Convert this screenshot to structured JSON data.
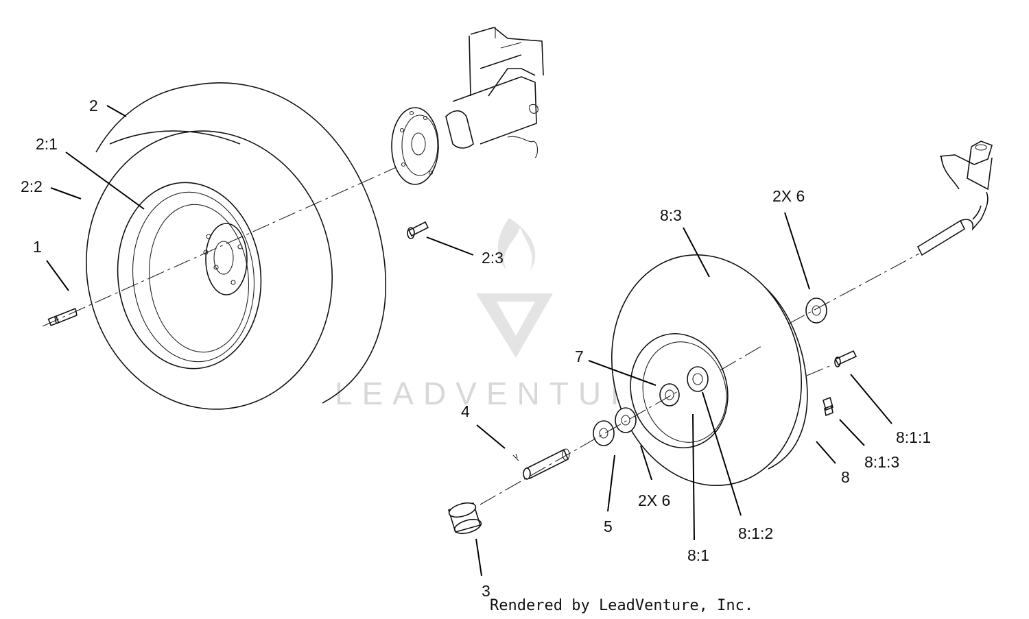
{
  "callouts": {
    "c_2": "2",
    "c_2_1": "2:1",
    "c_2_2": "2:2",
    "c_1": "1",
    "c_2_3": "2:3",
    "c_8_3": "8:3",
    "c_2x6_top": "2X 6",
    "c_7": "7",
    "c_4": "4",
    "c_8_1_1": "8:1:1",
    "c_8_1_3": "8:1:3",
    "c_8": "8",
    "c_2x6_bottom": "2X 6",
    "c_5": "5",
    "c_8_1_2": "8:1:2",
    "c_8_1": "8:1",
    "c_3": "3"
  },
  "watermark": {
    "brand": "LEADVENTURE"
  },
  "footer": {
    "credit": "Rendered by LeadVenture, Inc."
  }
}
